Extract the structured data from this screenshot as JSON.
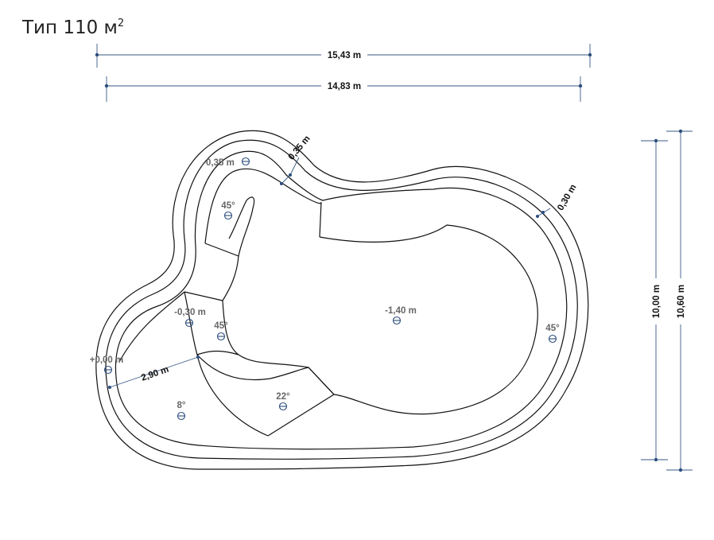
{
  "title": {
    "text": "Тип 110 м",
    "superscript": "2"
  },
  "colors": {
    "outline": "#111111",
    "dimension_line": "#3a5a86",
    "dimension_dot": "#2c4d7e",
    "marker": "#2c4d7e",
    "level_text": "#666666"
  },
  "dimensions": {
    "total_length": "15,43 m",
    "inner_length": "14,83 m",
    "inner_width": "10,00 m",
    "total_width": "10,60 m",
    "wall_narrow": "0,35 m",
    "wall_right": "0,30 m",
    "entry_width": "2,90 m"
  },
  "levels": {
    "top_step": "-0,35 m",
    "top_slope": "45°",
    "middle_step": "-0,30 m",
    "middle_slope": "45°",
    "edge": "+0,00 m",
    "deep_center": "-1,40 m",
    "right_slope": "45°",
    "entry_slope": "8°",
    "lower_slope": "22°"
  },
  "marker_icon": "circle-crosshair-icon"
}
